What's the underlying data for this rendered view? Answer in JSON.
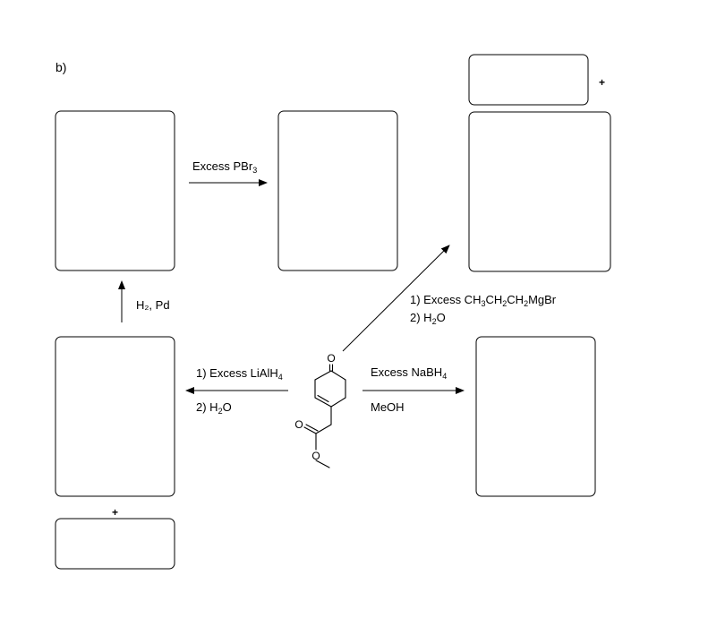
{
  "part_label": "b)",
  "plus_sign": "+",
  "answer_boxes": [
    {
      "id": "top-left"
    },
    {
      "id": "top-middle"
    },
    {
      "id": "top-right-small"
    },
    {
      "id": "top-right-large"
    },
    {
      "id": "bottom-left"
    },
    {
      "id": "bottom-left-small"
    },
    {
      "id": "bottom-right"
    }
  ],
  "reagents": {
    "pbr3": {
      "pre": "Excess PBr",
      "sub": "3",
      "post": ""
    },
    "hydrogenation": "H₂, Pd",
    "grignard_1": {
      "pre": "1) Excess CH",
      "sub1": "3",
      "mid1": "CH",
      "sub2": "2",
      "mid2": "CH",
      "sub3": "2",
      "post": "MgBr"
    },
    "grignard_2": {
      "pre": "2) H",
      "sub": "2",
      "post": "O"
    },
    "lialh4_1": {
      "pre": "1) Excess LiAlH",
      "sub": "4",
      "post": ""
    },
    "lialh4_2": {
      "pre": "2) H",
      "sub": "2",
      "post": "O"
    },
    "nabh4_1": {
      "pre": "Excess NaBH",
      "sub": "4",
      "post": ""
    },
    "nabh4_2": "MeOH"
  },
  "molecule": {
    "atoms": {
      "ketone_o": "O",
      "ester_carbonyl_o": "O",
      "ester_o": "O"
    }
  }
}
